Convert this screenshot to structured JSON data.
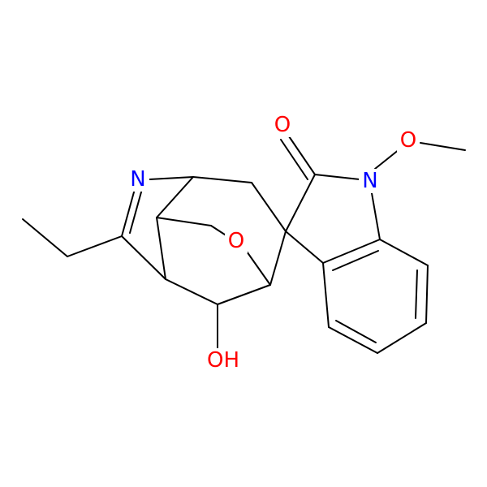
{
  "colors": {
    "background": "#FFFFFF",
    "carbon_bond": "#000000",
    "nitrogen": "#0000FF",
    "oxygen": "#FF0000"
  },
  "atoms": {
    "imine_N": {
      "label": "N",
      "element": "N"
    },
    "carbonyl_O": {
      "label": "O",
      "element": "O"
    },
    "amide_N": {
      "label": "N",
      "element": "N"
    },
    "methoxy_O": {
      "label": "O",
      "element": "O"
    },
    "bridge_O": {
      "label": "O",
      "element": "O"
    },
    "hydroxyl": {
      "label": "OH",
      "element": "O"
    }
  }
}
